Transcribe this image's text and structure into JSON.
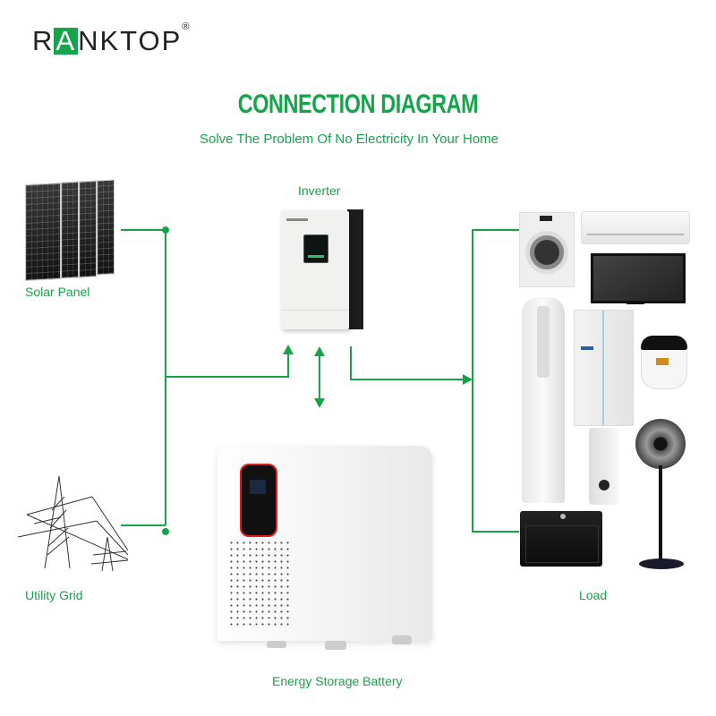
{
  "brand": {
    "prefix": "R",
    "highlight": "A",
    "suffix": "NKTOP",
    "registered": "®",
    "accent_color": "#17a34a"
  },
  "header": {
    "title": "CONNECTION DIAGRAM",
    "subtitle": "Solve The Problem Of No Electricity In Your Home"
  },
  "nodes": {
    "solar_panel": {
      "label": "Solar Panel",
      "icon": "solar-panel-icon"
    },
    "utility_grid": {
      "label": "Utility Grid",
      "icon": "power-pylon-icon"
    },
    "inverter": {
      "label": "Inverter",
      "icon": "inverter-icon"
    },
    "battery": {
      "label": "Energy Storage Battery",
      "icon": "battery-cabinet-icon"
    },
    "load": {
      "label": "Load",
      "items": [
        "washing-machine",
        "air-conditioner",
        "television",
        "tower-air-conditioner",
        "refrigerator",
        "rice-cooker",
        "blender",
        "standing-fan",
        "microwave-oven"
      ]
    }
  },
  "connections": [
    {
      "from": "Solar Panel",
      "to": "Inverter",
      "direction": "one-way"
    },
    {
      "from": "Utility Grid",
      "to": "Inverter",
      "direction": "one-way"
    },
    {
      "from": "Inverter",
      "to": "Energy Storage Battery",
      "direction": "two-way"
    },
    {
      "from": "Inverter",
      "to": "Load",
      "direction": "one-way"
    }
  ],
  "colors": {
    "line": "#17a34a",
    "text_green": "#17a34a",
    "battery_accent": "#e02020"
  }
}
